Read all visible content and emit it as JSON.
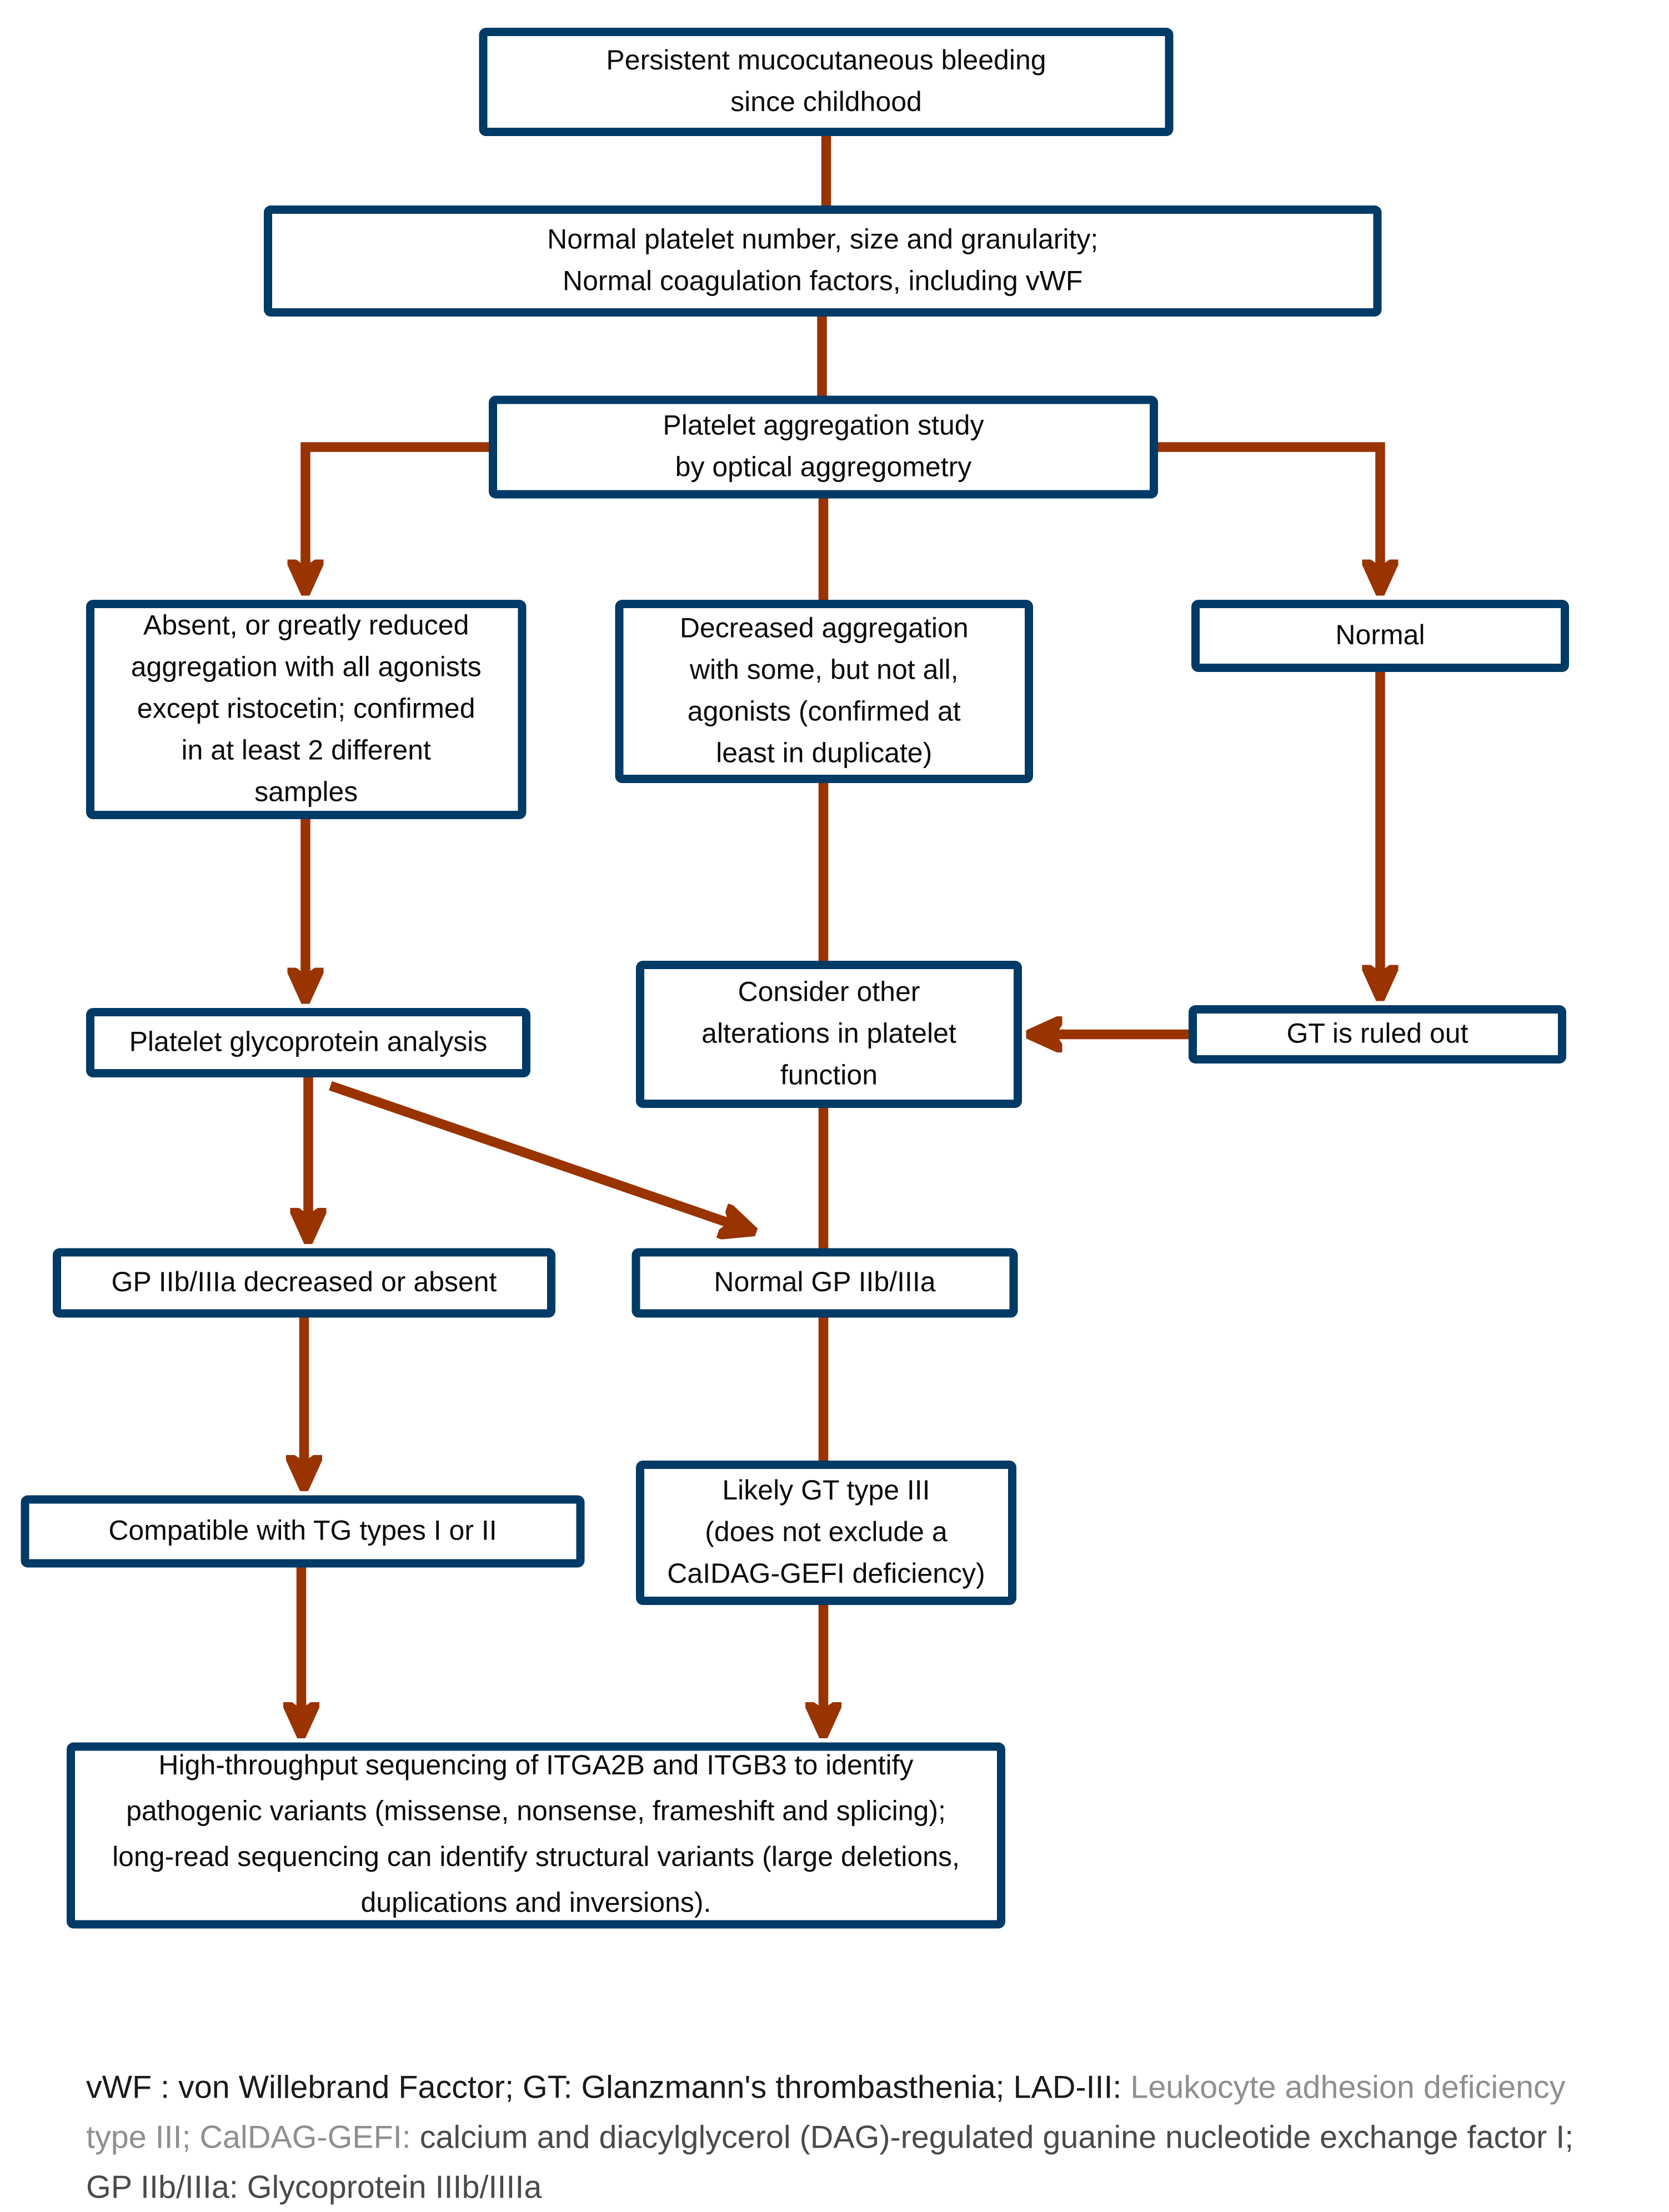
{
  "diagram": {
    "type": "flowchart",
    "colors": {
      "box_border": "#003A66",
      "arrow": "#993300",
      "box_text": "#0b0b0b",
      "legend_black": "#1a1a1a",
      "legend_gray": "#8f8f8f",
      "legend_dark_gray": "#4a4a4a",
      "background": "#ffffff"
    },
    "nodes": {
      "persistent_bleeding": {
        "label": "Persistent mucocutaneous bleeding\nsince childhood"
      },
      "normal_platelet": {
        "label": "Normal platelet number, size and granularity;\nNormal coagulation factors, including vWF"
      },
      "aggregation_study": {
        "label": "Platelet aggregation study\nby optical aggregometry"
      },
      "absent_aggregation": {
        "label": "Absent, or greatly reduced\naggregation with all agonists\nexcept ristocetin; confirmed\nin at least 2 different\nsamples"
      },
      "decreased_aggregation": {
        "label": "Decreased aggregation\nwith some, but not all,\nagonists (confirmed at\nleast in duplicate)"
      },
      "normal_result": {
        "label": "Normal"
      },
      "consider_other": {
        "label": "Consider other\nalterations in platelet\nfunction"
      },
      "gt_ruled_out": {
        "label": "GT is ruled out"
      },
      "glycoprotein_analysis": {
        "label": "Platelet glycoprotein analysis"
      },
      "gp_decreased": {
        "label": "GP IIb/IIIa decreased or absent"
      },
      "normal_gp": {
        "label": "Normal GP IIb/IIIa"
      },
      "tg_types": {
        "label": "Compatible with TG types I or II"
      },
      "likely_gt3": {
        "label": "Likely GT type III\n(does not exclude a\nCaIDAG-GEFI deficiency)"
      },
      "sequencing": {
        "label": "High-throughput sequencing of ITGA2B and ITGB3 to identify\npathogenic variants (missense, nonsense, frameshift and splicing);\nlong-read sequencing can identify structural variants (large deletions,\nduplications and inversions)."
      }
    },
    "edges": [
      {
        "from": "persistent_bleeding",
        "to": "normal_platelet"
      },
      {
        "from": "normal_platelet",
        "to": "aggregation_study"
      },
      {
        "from": "aggregation_study",
        "to": "absent_aggregation"
      },
      {
        "from": "aggregation_study",
        "to": "decreased_aggregation"
      },
      {
        "from": "aggregation_study",
        "to": "normal_result"
      },
      {
        "from": "absent_aggregation",
        "to": "glycoprotein_analysis"
      },
      {
        "from": "normal_result",
        "to": "gt_ruled_out"
      },
      {
        "from": "gt_ruled_out",
        "to": "consider_other"
      },
      {
        "from": "decreased_aggregation",
        "to": "sequencing",
        "passes_through": [
          "consider_other",
          "normal_gp",
          "likely_gt3"
        ]
      },
      {
        "from": "glycoprotein_analysis",
        "to": "gp_decreased"
      },
      {
        "from": "glycoprotein_analysis",
        "to": "normal_gp"
      },
      {
        "from": "gp_decreased",
        "to": "tg_types"
      },
      {
        "from": "tg_types",
        "to": "sequencing"
      }
    ],
    "legend": {
      "segments": [
        {
          "text": "vWF : von Willebrand Facctor;  GT: Glanzmann's thrombasthenia;  LAD-III: ",
          "tone": "black"
        },
        {
          "text": "Leukocyte adhesion deficiency type III; CalDAG-GEFI: ",
          "tone": "gray"
        },
        {
          "text": "calcium and diacylglycerol (DAG)-regulated guanine nucleotide exchange factor I;  GP IIb/IIIa: Glycoprotein IIIb/IIIIa",
          "tone": "dark-gray"
        }
      ]
    }
  }
}
